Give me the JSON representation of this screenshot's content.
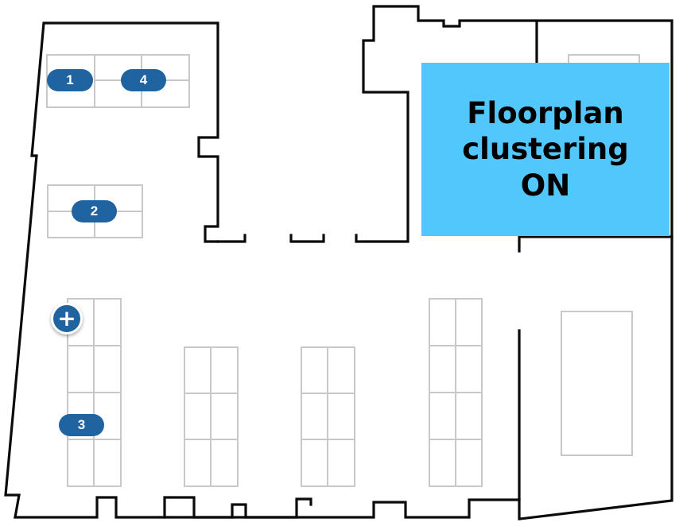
{
  "floorplan": {
    "clusters": [
      {
        "id": "1",
        "label": "1"
      },
      {
        "id": "2",
        "label": "2"
      },
      {
        "id": "3",
        "label": "3"
      },
      {
        "id": "4",
        "label": "4"
      }
    ],
    "add_button": {
      "icon": "plus-icon",
      "glyph": "+"
    },
    "colors": {
      "marker": "#1f63a0",
      "overlay": "#52c7fc",
      "wall": "#0a0a0a",
      "desk": "#c8c8c8"
    }
  },
  "overlay": {
    "line1": "Floorplan",
    "line2": "clustering",
    "line3": "ON"
  }
}
